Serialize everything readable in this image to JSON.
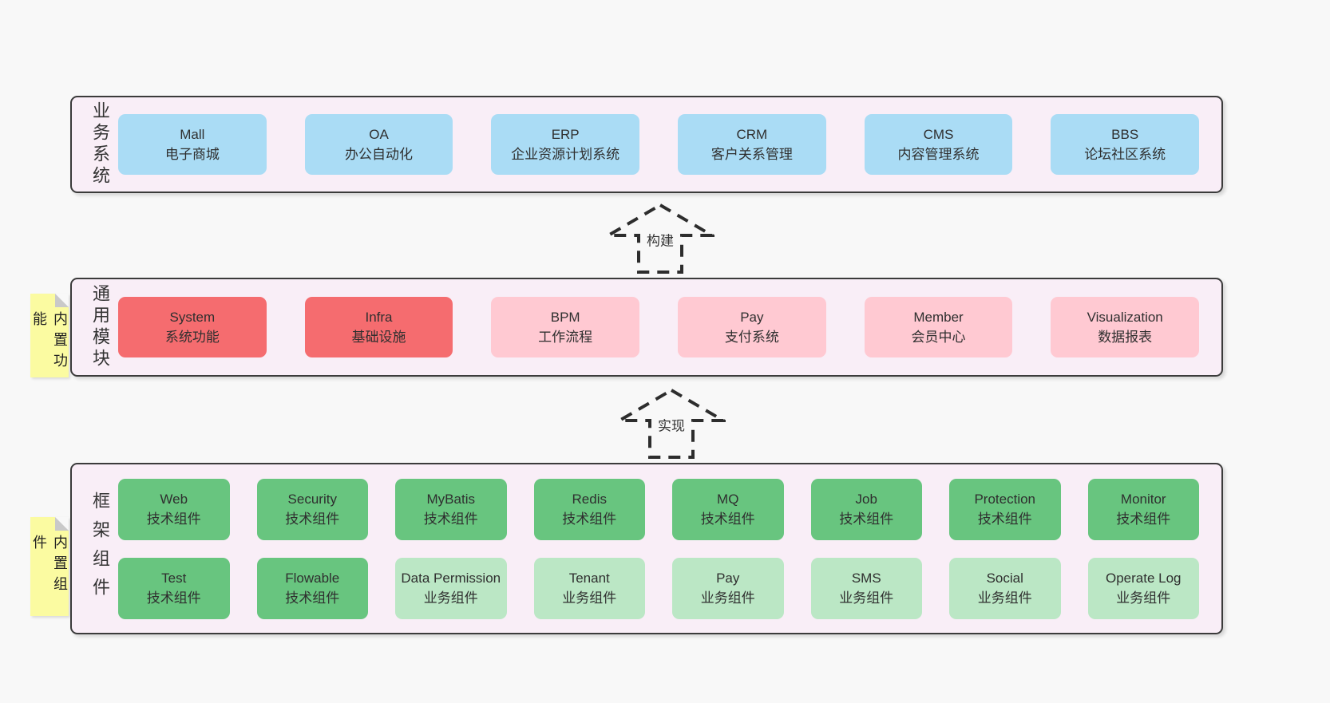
{
  "colors": {
    "page_bg": "#f8f8f8",
    "panel_bg": "#f9eef7",
    "panel_border": "#3b3b3b",
    "box_blue": "#aadcf5",
    "box_red": "#f56c6f",
    "box_pink": "#ffc9d2",
    "box_green": "#68c57f",
    "box_green_light": "#bbe7c5",
    "note_yellow": "#fbfba1",
    "note_fold": "#c9c9c9",
    "text_dark": "#2f2f2f"
  },
  "arrows": {
    "build": "构建",
    "implement": "实现"
  },
  "business": {
    "label": "业务系统",
    "boxes": [
      {
        "name": "Mall",
        "desc": "电子商城"
      },
      {
        "name": "OA",
        "desc": "办公自动化"
      },
      {
        "name": "ERP",
        "desc": "企业资源计划系统"
      },
      {
        "name": "CRM",
        "desc": "客户关系管理"
      },
      {
        "name": "CMS",
        "desc": "内容管理系统"
      },
      {
        "name": "BBS",
        "desc": "论坛社区系统"
      }
    ]
  },
  "modules": {
    "label": "通用模块",
    "tag": "内置功能",
    "boxes": [
      {
        "name": "System",
        "desc": "系统功能"
      },
      {
        "name": "Infra",
        "desc": "基础设施"
      },
      {
        "name": "BPM",
        "desc": "工作流程"
      },
      {
        "name": "Pay",
        "desc": "支付系统"
      },
      {
        "name": "Member",
        "desc": "会员中心"
      },
      {
        "name": "Visualization",
        "desc": "数据报表"
      }
    ]
  },
  "components": {
    "label": "框架组件",
    "tag": "内置组件",
    "row1": [
      {
        "name": "Web",
        "desc": "技术组件"
      },
      {
        "name": "Security",
        "desc": "技术组件"
      },
      {
        "name": "MyBatis",
        "desc": "技术组件"
      },
      {
        "name": "Redis",
        "desc": "技术组件"
      },
      {
        "name": "MQ",
        "desc": "技术组件"
      },
      {
        "name": "Job",
        "desc": "技术组件"
      },
      {
        "name": "Protection",
        "desc": "技术组件"
      },
      {
        "name": "Monitor",
        "desc": "技术组件"
      }
    ],
    "row2": [
      {
        "name": "Test",
        "desc": "技术组件"
      },
      {
        "name": "Flowable",
        "desc": "技术组件"
      },
      {
        "name": "Data Permission",
        "desc": "业务组件"
      },
      {
        "name": "Tenant",
        "desc": "业务组件"
      },
      {
        "name": "Pay",
        "desc": "业务组件"
      },
      {
        "name": "SMS",
        "desc": "业务组件"
      },
      {
        "name": "Social",
        "desc": "业务组件"
      },
      {
        "name": "Operate Log",
        "desc": "业务组件"
      }
    ]
  }
}
